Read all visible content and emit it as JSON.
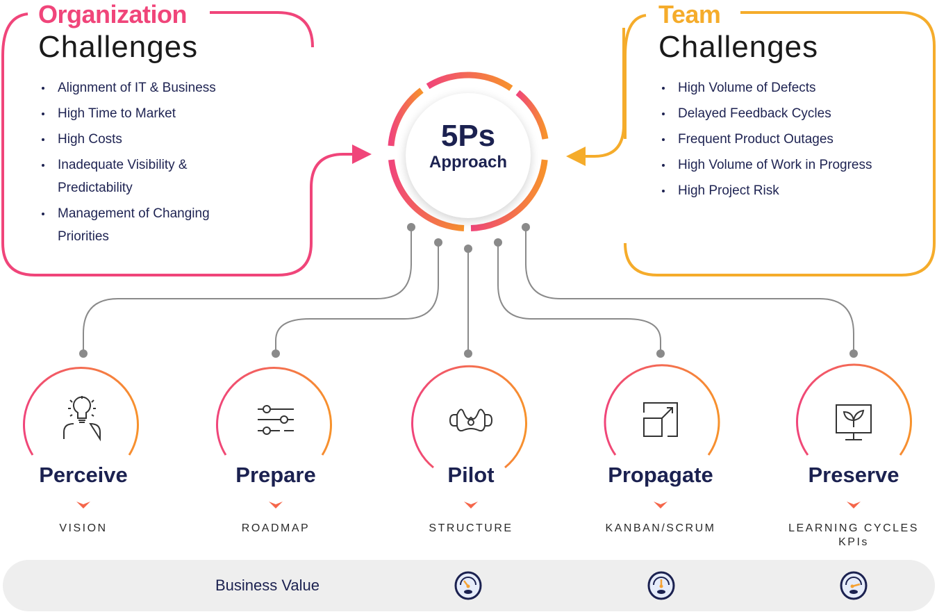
{
  "organization": {
    "title_accent": "Organization",
    "title_main": "Challenges",
    "items": [
      "Alignment of IT & Business",
      "High Time to Market",
      "High Costs",
      "Inadequate Visibility & Predictability",
      "Management of Changing Priorities"
    ],
    "color": "#f0457a"
  },
  "team": {
    "title_accent": "Team",
    "title_main": "Challenges",
    "items": [
      "High Volume of Defects",
      "Delayed Feedback Cycles",
      "Frequent Product Outages",
      "High Volume of Work in Progress",
      "High Project Risk"
    ],
    "color": "#f5ac2b"
  },
  "center": {
    "title": "5Ps",
    "subtitle": "Approach",
    "gradient_start": "#f0457a",
    "gradient_end": "#f7922c"
  },
  "phases": [
    {
      "name": "Perceive",
      "sub": "VISION",
      "icon": "lightbulb-head-icon"
    },
    {
      "name": "Prepare",
      "sub": "ROADMAP",
      "icon": "sliders-icon"
    },
    {
      "name": "Pilot",
      "sub": "STRUCTURE",
      "icon": "steering-wheel-icon"
    },
    {
      "name": "Propagate",
      "sub": "KANBAN/SCRUM",
      "icon": "scale-up-icon"
    },
    {
      "name": "Preserve",
      "sub": "LEARNING CYCLES",
      "sub2": "KPIs",
      "icon": "plant-monitor-icon"
    }
  ],
  "business_value": {
    "label": "Business Value",
    "gauges": [
      {
        "level": "low",
        "icon": "gauge-icon"
      },
      {
        "level": "medium",
        "icon": "gauge-icon"
      },
      {
        "level": "high",
        "icon": "gauge-icon"
      }
    ],
    "needle_color": "#f5a235",
    "dial_color": "#1b2150"
  }
}
